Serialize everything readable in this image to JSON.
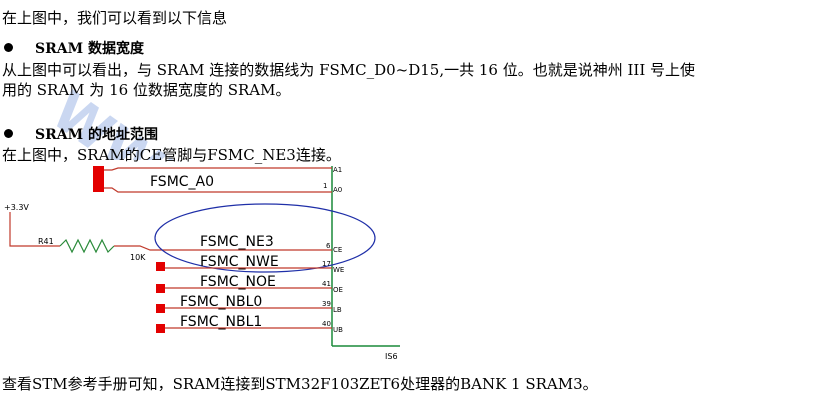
{
  "doc": {
    "line1": "在上图中，我们可以看到以下信息",
    "bullet1": "SRAM 数据宽度",
    "para1_l1": "从上图中可以看出，与 SRAM 连接的数据线为 FSMC_D0~D15,一共 16 位。也就是说神州 III 号上使",
    "para1_l2": "用的 SRAM 为 16 位数据宽度的 SRAM。",
    "bullet2": "SRAM 的地址范围",
    "para2": "在上图中，SRAM的CE管脚与FSMC_NE3连接。",
    "footer": "查看STM参考手册可知，SRAM连接到STM32F103ZET6处理器的BANK 1 SRAM3。"
  },
  "schematic": {
    "vcc": "+3.3V",
    "resistor_name": "R41",
    "resistor_value": "10K",
    "chip_label": "IS6",
    "signals": [
      "FSMC_A0",
      "FSMC_NE3",
      "FSMC_NWE",
      "FSMC_NOE",
      "FSMC_NBL0",
      "FSMC_NBL1"
    ],
    "pin_numbers": [
      "1",
      "6",
      "17",
      "41",
      "39",
      "40"
    ],
    "pin_names": [
      "A1",
      "A0",
      "CE",
      "WE",
      "OE",
      "LB",
      "UB"
    ]
  },
  "colors": {
    "wire": "#c0392b",
    "marker": "#e30000",
    "ellipse": "#1f2fa8",
    "chip": "#1a8a3a"
  }
}
